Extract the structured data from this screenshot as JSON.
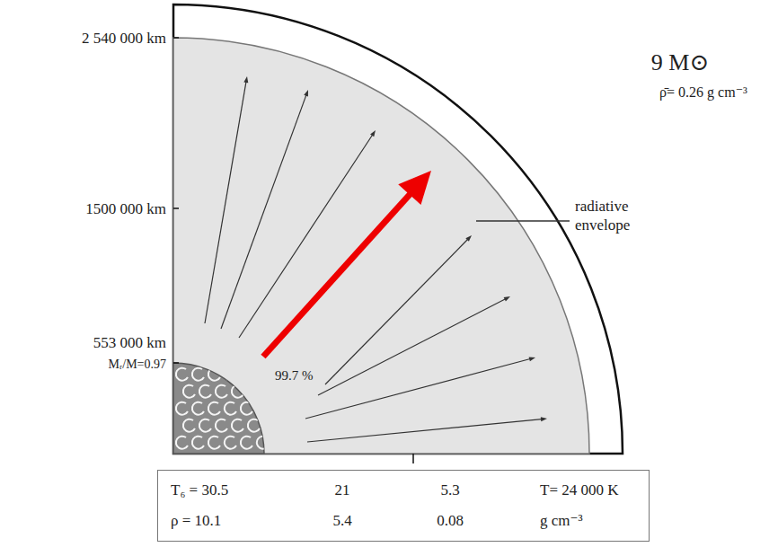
{
  "diagram": {
    "nodes": [
      {
        "text": [
          "T₆ = 30.5",
          "21",
          "5.3",
          "T= 24 000 K",
          "ρ = 10.1",
          "5.4",
          "0.08",
          "g cm⁻³"
        ]
      }
    ],
    "labels": [
      "2 540 000 km",
      "1500 000 km",
      "553 000 km",
      "Mᵣ/M=0.97",
      "99.7 %",
      "radiative envelope",
      "9 M⊙",
      "ρ̄= 0.26 g cm⁻³"
    ]
  }
}
